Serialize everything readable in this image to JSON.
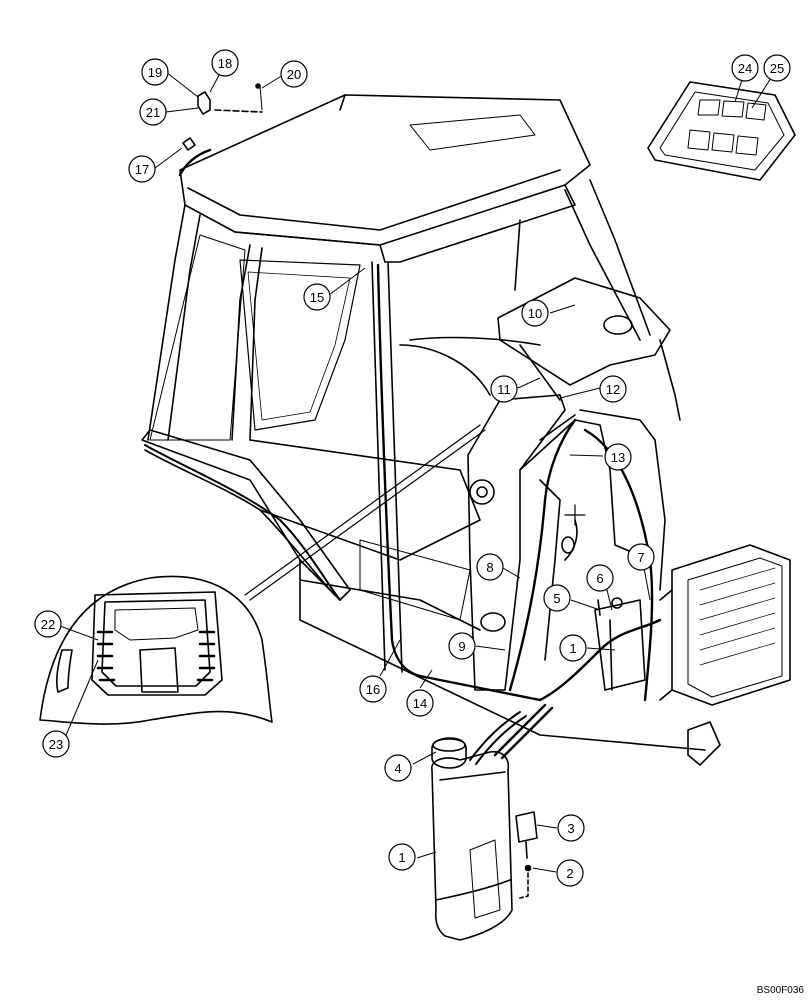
{
  "diagram": {
    "reference_code": "BS00F036",
    "callouts": [
      {
        "id": "c19",
        "label": "19"
      },
      {
        "id": "c18",
        "label": "18"
      },
      {
        "id": "c20",
        "label": "20"
      },
      {
        "id": "c21",
        "label": "21"
      },
      {
        "id": "c17",
        "label": "17"
      },
      {
        "id": "c24",
        "label": "24"
      },
      {
        "id": "c25",
        "label": "25"
      },
      {
        "id": "c15",
        "label": "15"
      },
      {
        "id": "c10",
        "label": "10"
      },
      {
        "id": "c11",
        "label": "11"
      },
      {
        "id": "c12",
        "label": "12"
      },
      {
        "id": "c13",
        "label": "13"
      },
      {
        "id": "c7",
        "label": "7"
      },
      {
        "id": "c8",
        "label": "8"
      },
      {
        "id": "c5",
        "label": "5"
      },
      {
        "id": "c6",
        "label": "6"
      },
      {
        "id": "c1a",
        "label": "1"
      },
      {
        "id": "c9",
        "label": "9"
      },
      {
        "id": "c16",
        "label": "16"
      },
      {
        "id": "c14",
        "label": "14"
      },
      {
        "id": "c22",
        "label": "22"
      },
      {
        "id": "c23",
        "label": "23"
      },
      {
        "id": "c4",
        "label": "4"
      },
      {
        "id": "c3",
        "label": "3"
      },
      {
        "id": "c1b",
        "label": "1"
      },
      {
        "id": "c2",
        "label": "2"
      }
    ]
  }
}
